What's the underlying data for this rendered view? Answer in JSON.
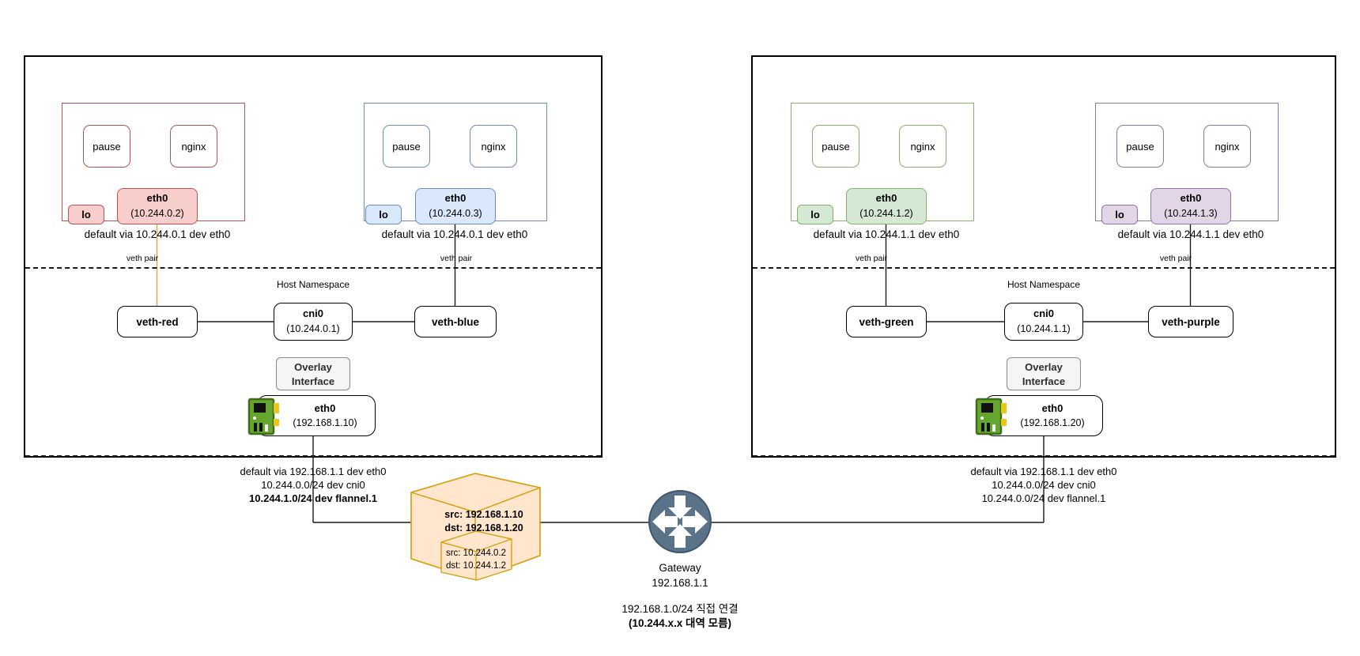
{
  "node1": {
    "pod_red": {
      "container1": "pause",
      "container2": "nginx",
      "eth0_name": "eth0",
      "eth0_ip": "(10.244.0.2)",
      "lo": "lo",
      "default_route": "default via 10.244.0.1 dev eth0",
      "veth_pair_label": "veth pair"
    },
    "pod_blue": {
      "container1": "pause",
      "container2": "nginx",
      "eth0_name": "eth0",
      "eth0_ip": "(10.244.0.3)",
      "lo": "lo",
      "default_route": "default via 10.244.0.1 dev eth0",
      "veth_pair_label": "veth pair"
    },
    "host_namespace_label": "Host Namespace",
    "veth_left": "veth-red",
    "cni0_name": "cni0",
    "cni0_ip": "(10.244.0.1)",
    "veth_right": "veth-blue",
    "overlay_line1": "Overlay",
    "overlay_line2": "Interface",
    "host_eth0_name": "eth0",
    "host_eth0_ip": "(192.168.1.10)",
    "route1": "default via 192.168.1.1 dev eth0",
    "route2": "10.244.0.0/24 dev cni0",
    "route3": "10.244.1.0/24 dev flannel.1"
  },
  "node2": {
    "pod_green": {
      "container1": "pause",
      "container2": "nginx",
      "eth0_name": "eth0",
      "eth0_ip": "(10.244.1.2)",
      "lo": "lo",
      "default_route": "default via 10.244.1.1 dev eth0",
      "veth_pair_label": "veth pair"
    },
    "pod_purple": {
      "container1": "pause",
      "container2": "nginx",
      "eth0_name": "eth0",
      "eth0_ip": "(10.244.1.3)",
      "lo": "lo",
      "default_route": "default via 10.244.1.1 dev eth0",
      "veth_pair_label": "veth pair"
    },
    "host_namespace_label": "Host Namespace",
    "veth_left": "veth-green",
    "cni0_name": "cni0",
    "cni0_ip": "(10.244.1.1)",
    "veth_right": "veth-purple",
    "overlay_line1": "Overlay",
    "overlay_line2": "Interface",
    "host_eth0_name": "eth0",
    "host_eth0_ip": "(192.168.1.20)",
    "route1": "default via 192.168.1.1 dev eth0",
    "route2": "10.244.0.0/24 dev cni0",
    "route3": "10.244.0.0/24 dev flannel.1"
  },
  "packet": {
    "outer_src": "src: 192.168.1.10",
    "outer_dst": "dst: 192.168.1.20",
    "inner_src": "src: 10.244.0.2",
    "inner_dst": "dst: 10.244.1.2"
  },
  "gateway": {
    "label": "Gateway",
    "ip": "192.168.1.1",
    "note_line1": "192.168.1.0/24 직접 연결",
    "note_line2": "(10.244.x.x 대역 모름)"
  },
  "colors": {
    "pod_red_stroke": "#b85450",
    "pod_red_fill": "#f8cecc",
    "pod_blue_stroke": "#6c8ebf",
    "pod_blue_fill": "#dae8fc",
    "pod_green_stroke": "#82b366",
    "pod_green_fill": "#d5e8d4",
    "pod_purple_stroke": "#9673a6",
    "pod_purple_fill": "#e1d5e7",
    "packet_stroke": "#d79b00",
    "packet_fill": "#ffe6cc",
    "gateway_fill": "#5b7389",
    "veth_red_line": "#e0ad4e",
    "overlay_fill": "#f5f5f5"
  }
}
